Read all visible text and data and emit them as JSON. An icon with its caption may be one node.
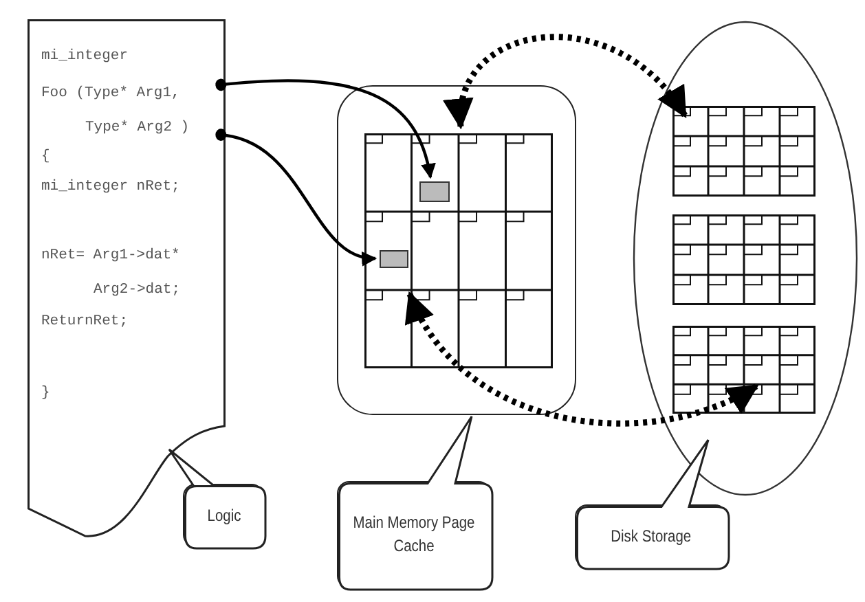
{
  "diagram": {
    "nodes": [
      {
        "text": [
          "mi_integer",
          "Foo (Type* Arg1,",
          "Type* Arg2 )",
          "{",
          "mi_integer nRet;",
          "nRet= Arg1->dat*",
          "Arg2->dat;",
          "ReturnRet;",
          "}"
        ]
      },
      {
        "text": [],
        "shape": "box"
      },
      {
        "text": [],
        "shape": "box",
        "in": 1
      },
      {
        "text": [],
        "shape": "box",
        "in": 2
      },
      {
        "text": [],
        "shape": "box",
        "in": 2
      },
      {
        "text": [],
        "shape": "ellipse"
      },
      {
        "text": [],
        "shape": "box",
        "in": 5
      },
      {
        "text": [],
        "shape": "box",
        "in": 5
      },
      {
        "text": [],
        "shape": "box",
        "in": 5
      },
      {
        "text": [
          "Logic"
        ]
      },
      {
        "text": [
          "Main Memory Page Cache"
        ]
      },
      {
        "text": [
          "Disk Storage"
        ]
      }
    ],
    "edges": [
      {
        "from": 0,
        "to": 3,
        "arrow": "to"
      },
      {
        "from": 0,
        "to": 4,
        "arrow": "to"
      },
      {
        "from": 1,
        "to": 6,
        "arrow": "both",
        "style": "dashed"
      },
      {
        "from": 2,
        "to": 8,
        "arrow": "both",
        "style": "dashed"
      }
    ]
  }
}
